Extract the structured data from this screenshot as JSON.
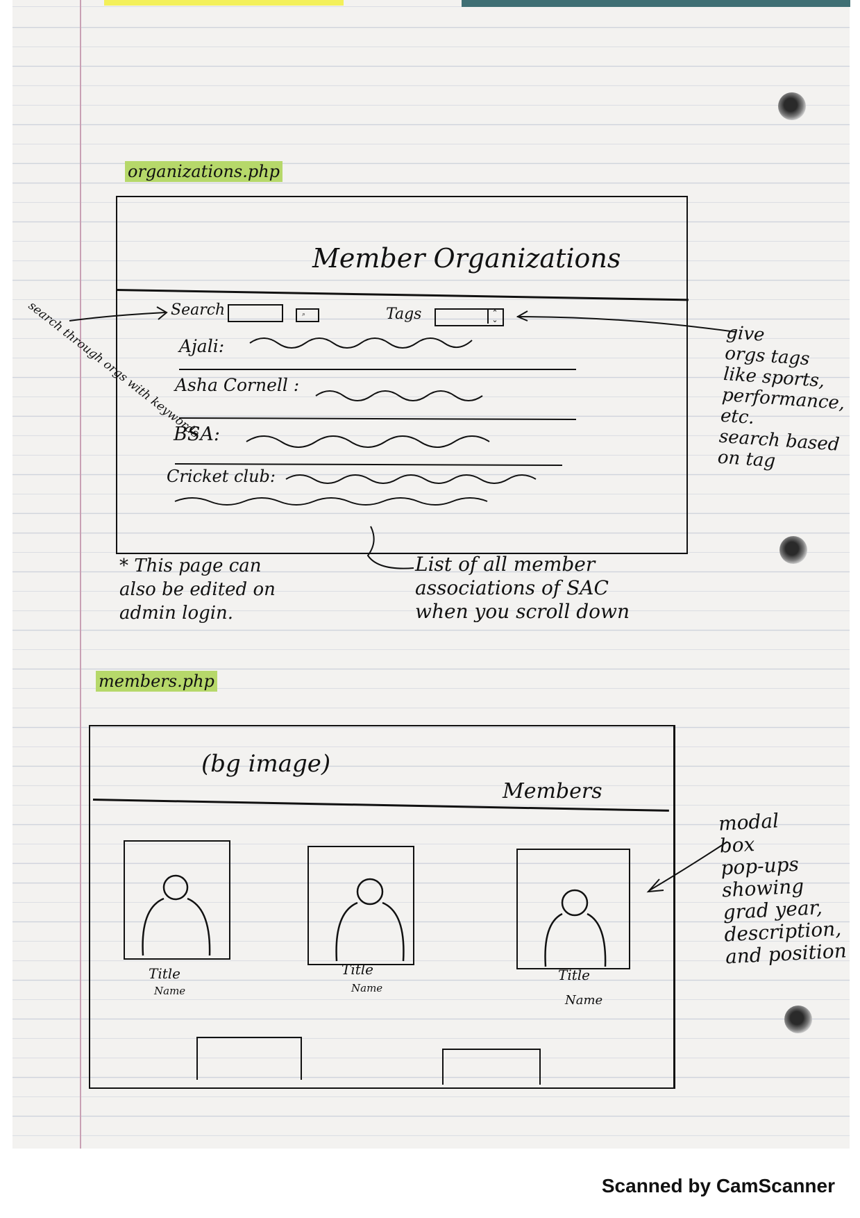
{
  "organizations": {
    "file_tag": "organizations.php",
    "title": "Member Organizations",
    "search_label": "Search",
    "tags_label": "Tags",
    "orgs": [
      {
        "name": "Ajali:"
      },
      {
        "name": "Asha Cornell :"
      },
      {
        "name": "BSA:"
      },
      {
        "name": "Cricket club:"
      }
    ],
    "note_left": [
      "search",
      "through",
      "orgs",
      "with",
      "keywords"
    ],
    "note_right": [
      "give",
      "orgs tags",
      "like sports,",
      "performance,",
      "etc.",
      "search based",
      "on tag"
    ],
    "note_bottom_left": [
      "* This page can",
      "also be edited on",
      "admin login."
    ],
    "note_bottom_right": [
      "List of all member",
      "associations of SAC",
      "when you scroll down"
    ]
  },
  "members": {
    "file_tag": "members.php",
    "bg_label": "(bg image)",
    "title": "Members",
    "cards": [
      {
        "title": "Title",
        "name": "Name"
      },
      {
        "title": "Title",
        "name": "Name"
      },
      {
        "title": "Title",
        "name": "Name"
      }
    ],
    "note_right": [
      "modal",
      "box",
      "pop-ups",
      "showing",
      "grad year,",
      "description,",
      "and position"
    ]
  },
  "footer": {
    "scanner": "Scanned by CamScanner"
  }
}
